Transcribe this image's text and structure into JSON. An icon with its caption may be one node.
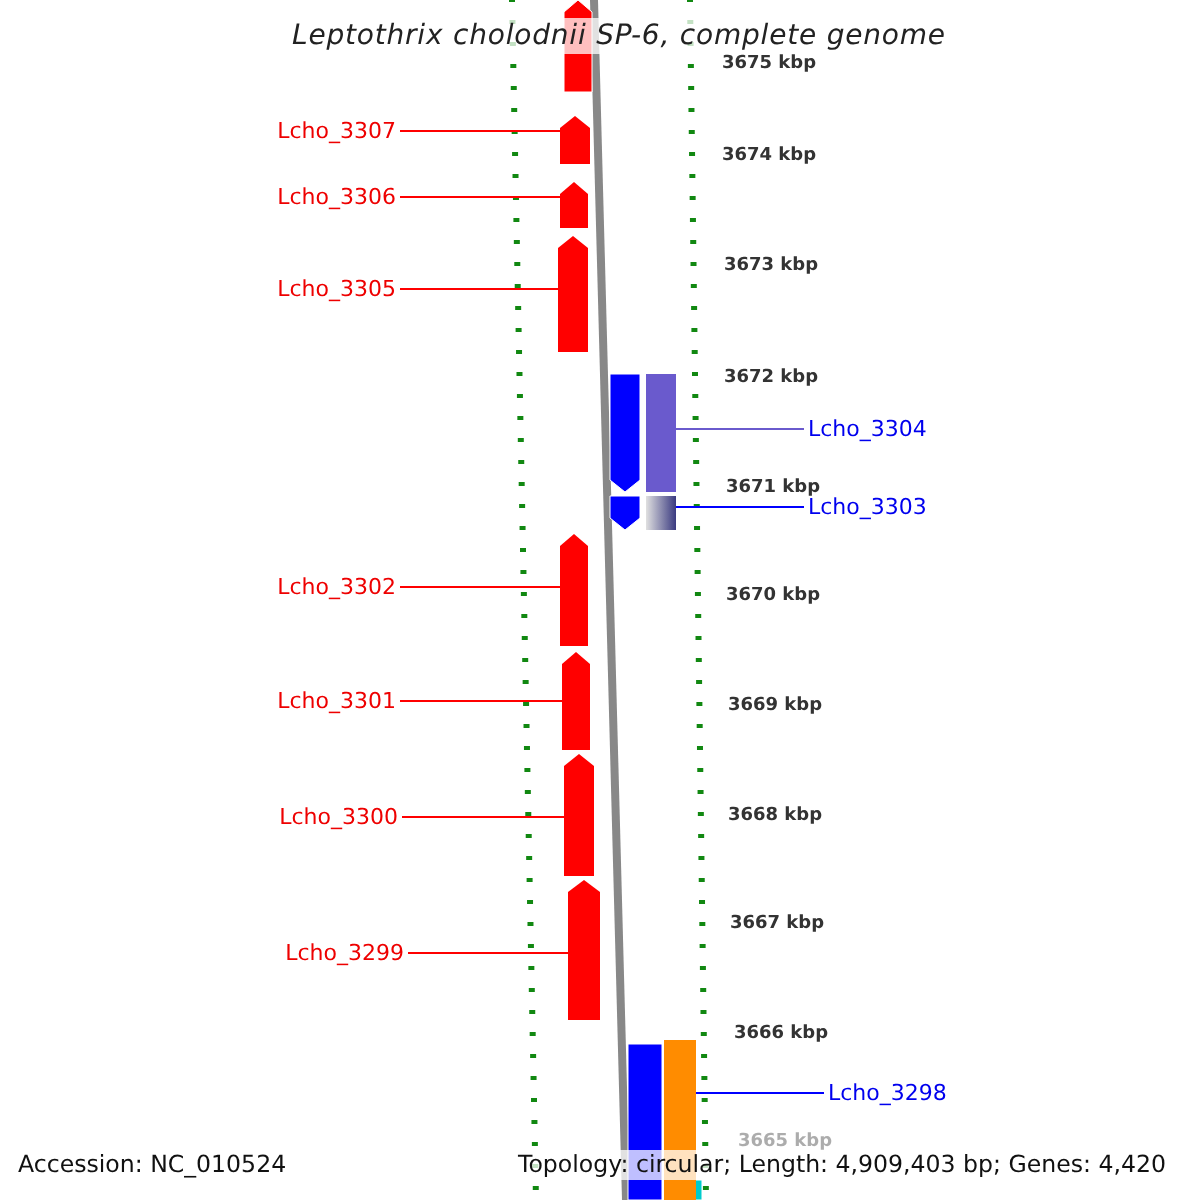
{
  "diagram": {
    "title": "Leptothrix cholodnii SP-6, complete genome",
    "nodes": [
      {
        "text": [
          "Lcho_3307"
        ]
      },
      {
        "text": [],
        "shape": "box"
      },
      {
        "text": [
          "Lcho_3306"
        ]
      },
      {
        "text": [],
        "shape": "box"
      },
      {
        "text": [
          "Lcho_3305"
        ]
      },
      {
        "text": [],
        "shape": "box"
      },
      {
        "text": [
          "Lcho_3304"
        ]
      },
      {
        "text": [],
        "shape": "bar"
      },
      {
        "text": [
          "Lcho_3303"
        ]
      },
      {
        "text": [],
        "shape": "bar"
      },
      {
        "text": [
          "Lcho_3302"
        ]
      },
      {
        "text": [],
        "shape": "box"
      },
      {
        "text": [
          "Lcho_3301"
        ]
      },
      {
        "text": [],
        "shape": "box"
      },
      {
        "text": [
          "Lcho_3300"
        ]
      },
      {
        "text": [],
        "shape": "box"
      },
      {
        "text": [
          "Lcho_3299"
        ]
      },
      {
        "text": [],
        "shape": "box"
      },
      {
        "text": [
          "Lcho_3298"
        ]
      },
      {
        "text": [],
        "shape": "bar"
      }
    ],
    "edges": [
      {
        "from": 0,
        "to": 1,
        "arrow": "none"
      },
      {
        "from": 2,
        "to": 3,
        "arrow": "none"
      },
      {
        "from": 4,
        "to": 5,
        "arrow": "none"
      },
      {
        "from": 6,
        "to": 7,
        "arrow": "none",
        "color": "#6a5acd"
      },
      {
        "from": 8,
        "to": 9,
        "arrow": "none",
        "color": "#0000ff"
      },
      {
        "from": 10,
        "to": 11,
        "arrow": "none"
      },
      {
        "from": 12,
        "to": 13,
        "arrow": "none"
      },
      {
        "from": 14,
        "to": 15,
        "arrow": "none"
      },
      {
        "from": 16,
        "to": 17,
        "arrow": "none"
      },
      {
        "from": 18,
        "to": 19,
        "arrow": "none",
        "color": "#0000ff"
      }
    ],
    "labels": [
      "3675 kbp",
      "3674 kbp",
      "3673 kbp",
      "3672 kbp",
      "3671 kbp",
      "3670 kbp",
      "3669 kbp",
      "3668 kbp",
      "3667 kbp",
      "3666 kbp",
      "3665 kbp",
      "Accession: NC_010524",
      "Topology: circular; Length: 4,909,403 bp; Genes: 4,420"
    ]
  }
}
